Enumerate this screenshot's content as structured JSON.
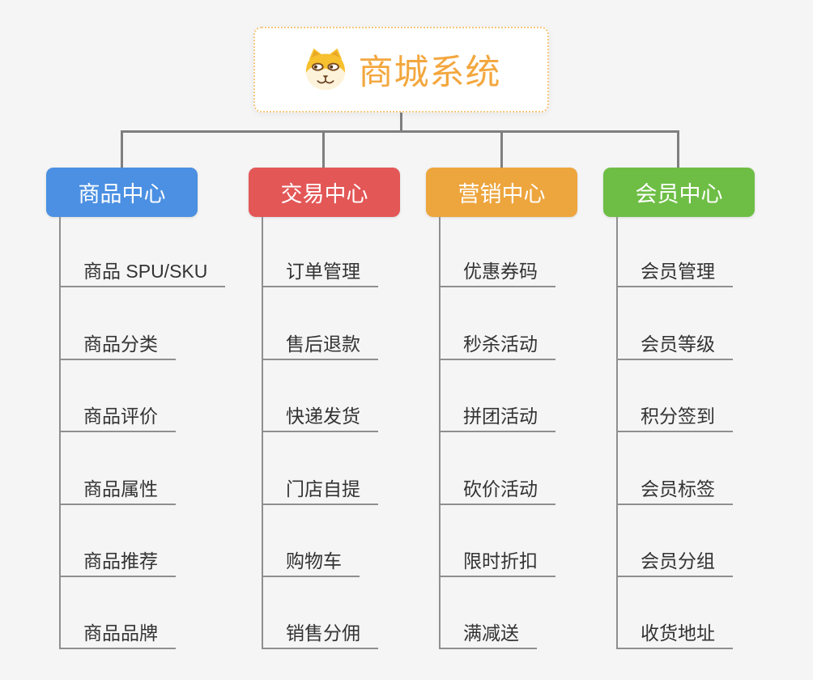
{
  "canvas": {
    "background": "#f5f5f6",
    "connector_color": "#7f7f7f",
    "leaf_line_color": "#8f8f8f"
  },
  "root": {
    "title": "商城系统",
    "icon": "shiba-dog-icon",
    "text_color": "#f3a73e",
    "border_color": "#f6c77d"
  },
  "branches": [
    {
      "label": "商品中心",
      "color": "#4b90e2",
      "items": [
        "商品 SPU/SKU",
        "商品分类",
        "商品评价",
        "商品属性",
        "商品推荐",
        "商品品牌"
      ]
    },
    {
      "label": "交易中心",
      "color": "#e35757",
      "items": [
        "订单管理",
        "售后退款",
        "快递发货",
        "门店自提",
        "购物车",
        "销售分佣"
      ]
    },
    {
      "label": "营销中心",
      "color": "#eda53d",
      "items": [
        "优惠券码",
        "秒杀活动",
        "拼团活动",
        "砍价活动",
        "限时折扣",
        "满减送"
      ]
    },
    {
      "label": "会员中心",
      "color": "#6ebe45",
      "items": [
        "会员管理",
        "会员等级",
        "积分签到",
        "会员标签",
        "会员分组",
        "收货地址"
      ]
    }
  ]
}
